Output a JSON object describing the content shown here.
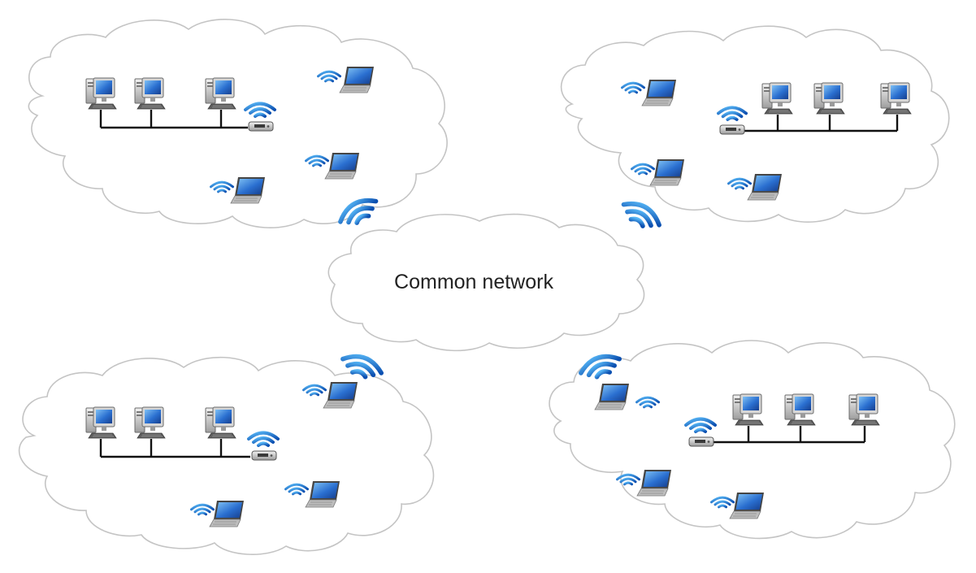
{
  "center": {
    "label": "Common network"
  },
  "colors": {
    "wifi": "#1f8fe3",
    "wifi_dark": "#0b4fb0",
    "cloud_stroke": "#c4c4c4",
    "bus": "#111111",
    "screen": "#2a6fd0"
  },
  "icons": [
    "desktop-icon",
    "laptop-icon",
    "router-icon",
    "wifi-icon"
  ],
  "clouds": [
    {
      "name": "top-left",
      "desktops": 3,
      "laptops": 3,
      "routers": 1
    },
    {
      "name": "top-right",
      "desktops": 3,
      "laptops": 3,
      "routers": 1
    },
    {
      "name": "bottom-left",
      "desktops": 3,
      "laptops": 3,
      "routers": 1
    },
    {
      "name": "bottom-right",
      "desktops": 3,
      "laptops": 3,
      "routers": 1
    }
  ]
}
